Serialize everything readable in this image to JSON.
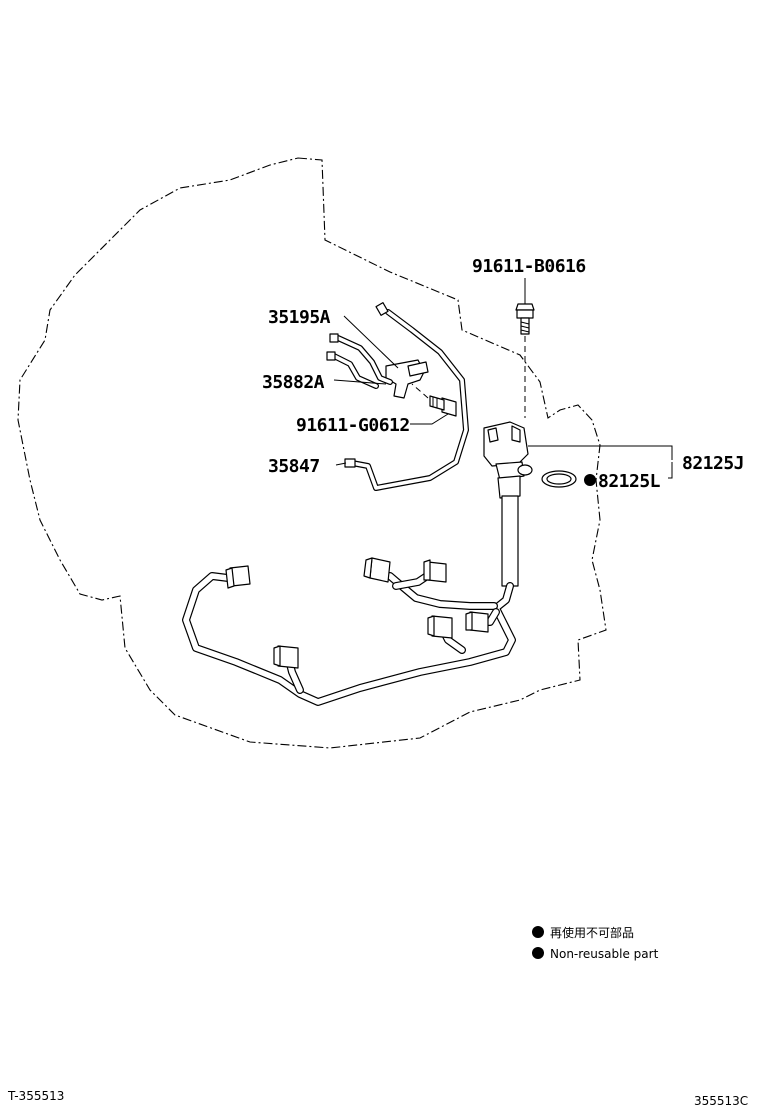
{
  "diagram": {
    "callouts": {
      "bolt_top": "91611-B0616",
      "clamp": "35195A",
      "bracket": "35882A",
      "bolt_mid": "91611-G0612",
      "tube": "35847",
      "sensor_assy": "82125J",
      "oring": "82125L"
    },
    "legend": {
      "line_ja": "再使用不可部品",
      "line_en": "Non-reusable part"
    },
    "codes": {
      "left": "T-355513",
      "right": "355513C"
    }
  }
}
